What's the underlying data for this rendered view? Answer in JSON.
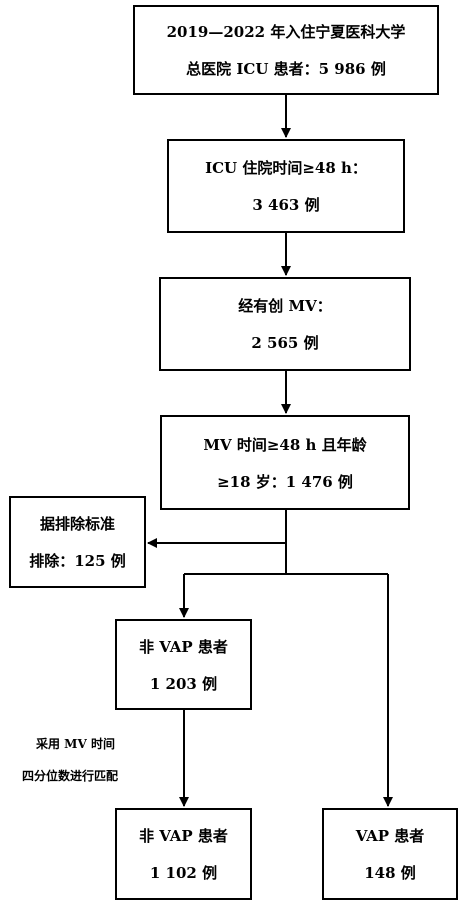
{
  "flowchart": {
    "box_total": {
      "line1": "2019—2022 年入住宁夏医科大学",
      "line2": "总医院 ICU 患者：5 986 例"
    },
    "box_icu_48h": {
      "line1": "ICU 住院时间≥48 h：",
      "line2": "3 463 例"
    },
    "box_invasive_mv": {
      "line1": "经有创 MV：",
      "line2": "2 565 例"
    },
    "box_mv_age": {
      "line1": "MV 时间≥48 h 且年龄",
      "line2": "≥18 岁：1 476 例"
    },
    "box_excluded": {
      "line1": "据排除标准",
      "line2": "排除：125 例"
    },
    "box_non_vap": {
      "line1": "非 VAP 患者",
      "line2": "1 203 例"
    },
    "box_non_vap_matched": {
      "line1": "非 VAP 患者",
      "line2": "1 102 例"
    },
    "box_vap": {
      "line1": "VAP 患者",
      "line2": "148 例"
    },
    "matching_note": {
      "line1": "采用 MV 时间",
      "line2": "四分位数进行匹配"
    }
  }
}
